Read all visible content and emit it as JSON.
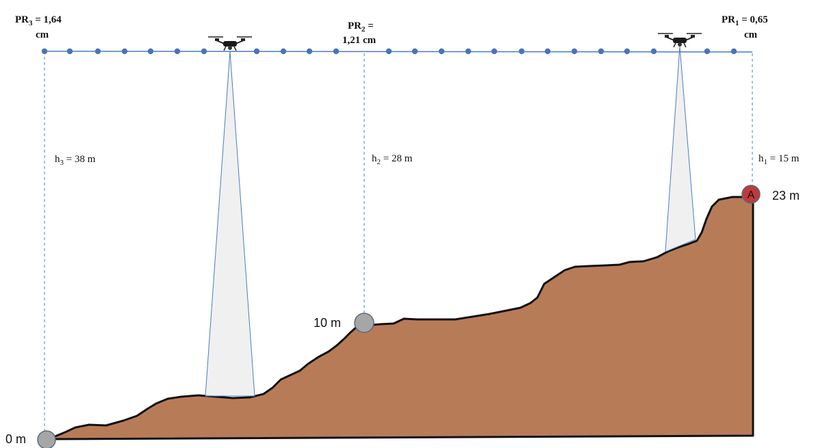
{
  "pixel_resolution_labels": [
    {
      "prefix": "PR",
      "sub": "3",
      "value": " = 1,64",
      "unit": "cm"
    },
    {
      "prefix": "PR",
      "sub": "2",
      "value": " =",
      "unit": "1,21 cm"
    },
    {
      "prefix": "PR",
      "sub": "1",
      "value": " = 0,65",
      "unit": "cm"
    }
  ],
  "height_labels": [
    {
      "prefix": "h",
      "sub": "3",
      "value": " = 38 m"
    },
    {
      "prefix": "h",
      "sub": "2",
      "value": " = 28 m"
    },
    {
      "prefix": "h",
      "sub": "1",
      "value": " = 15 m"
    }
  ],
  "elevation_labels": {
    "low": "0 m",
    "mid": "10 m",
    "high": "23 m"
  },
  "point_a_label": "A",
  "colors": {
    "terrain": "#b87b58",
    "terrain_outline": "#111111",
    "flight_line": "#4a7cc0",
    "waypoint": "#4a74b8",
    "guide_line": "#4a7cc0",
    "camera_cone": "#ececec",
    "marker_gray": "#a6a6a6",
    "marker_red": "#c0393b"
  },
  "icons": {
    "drone": "drone-icon"
  }
}
